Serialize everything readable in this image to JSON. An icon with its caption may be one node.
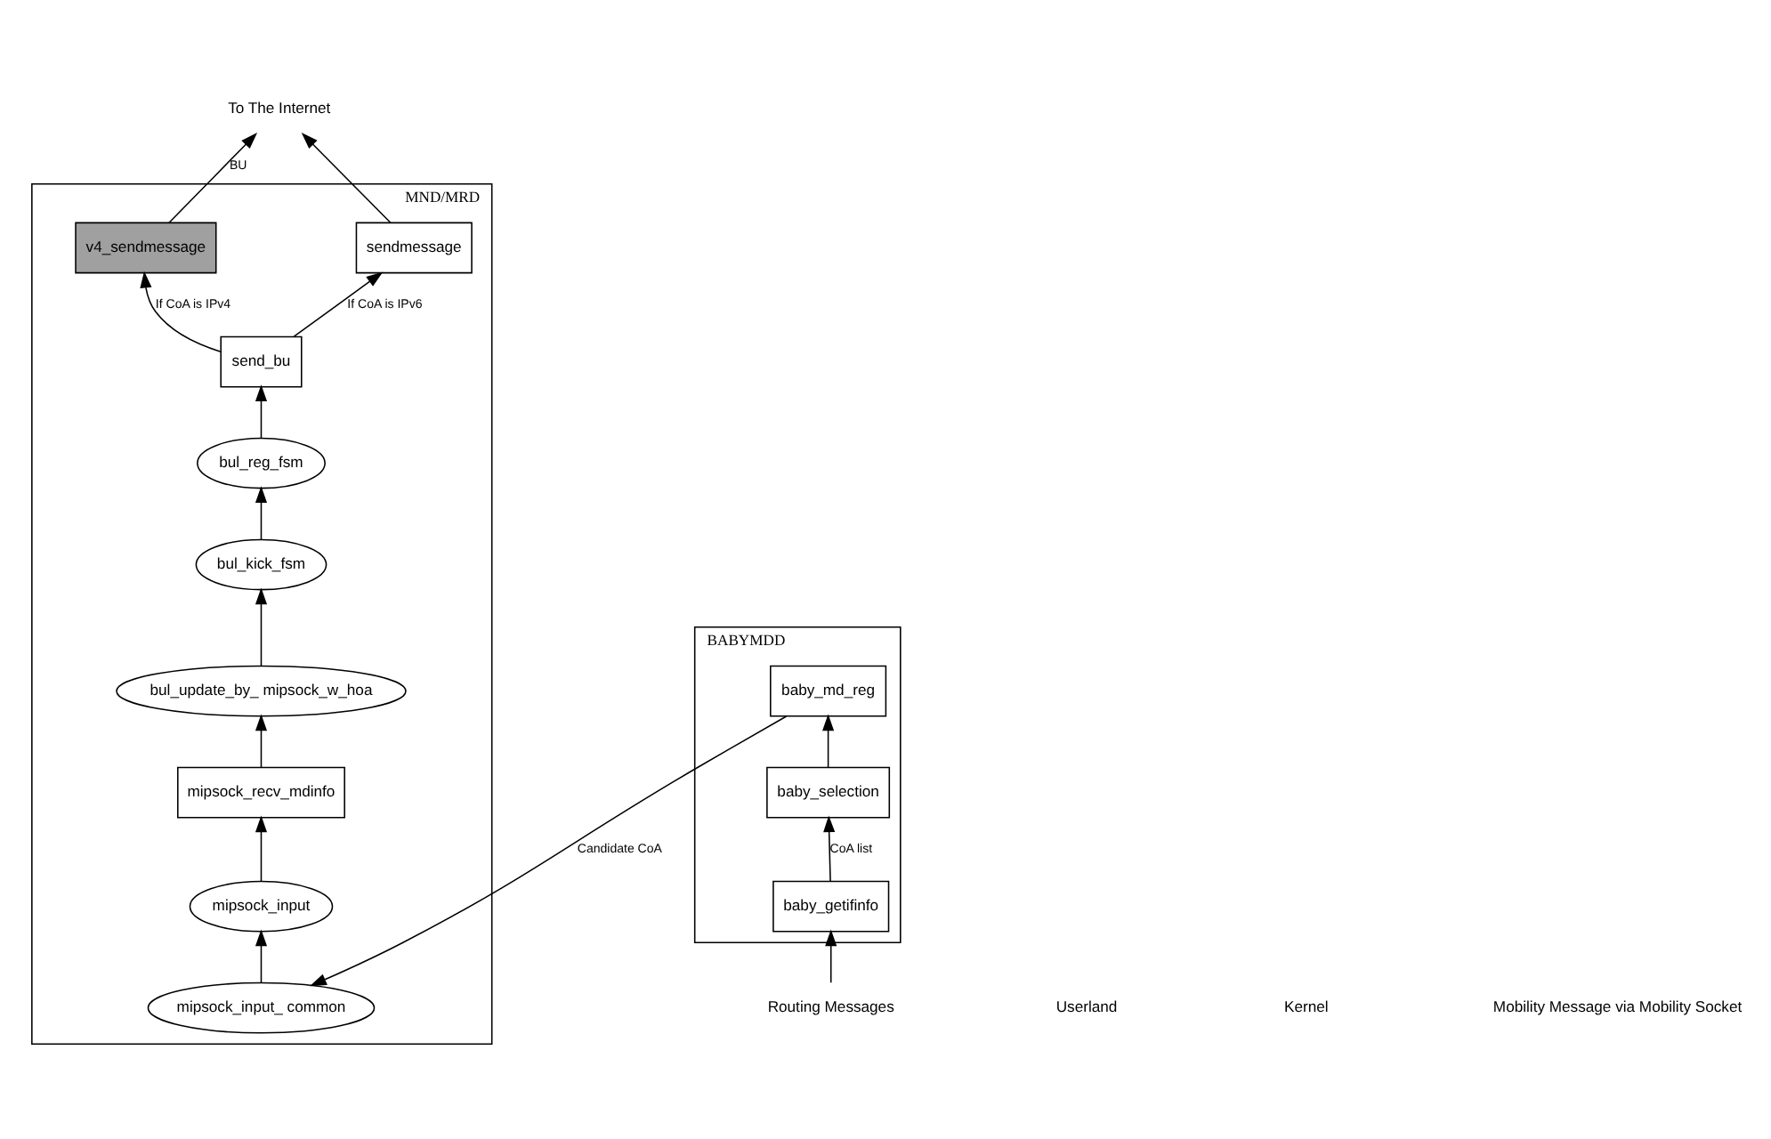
{
  "diagram": {
    "nodes": [
      {
        "text": [
          "BABYMDD"
        ]
      },
      {
        "text": [
          "baby_selection"
        ],
        "in": 0
      },
      {
        "text": [
          "baby_md_reg"
        ],
        "in": 0
      },
      {
        "text": [
          "baby_getifinfo"
        ],
        "in": 0
      },
      {
        "text": [
          "MND/MRD"
        ]
      },
      {
        "text": [
          "bul_update_by_ mipsock_w_hoa"
        ],
        "in": 4
      },
      {
        "text": [
          "bul_kick_fsm"
        ],
        "in": 4
      },
      {
        "text": [
          "mipsock_recv_mdinfo"
        ],
        "in": 4
      },
      {
        "text": [
          "bul_reg_fsm"
        ],
        "in": 4
      },
      {
        "text": [
          "mipsock_input"
        ],
        "in": 4
      },
      {
        "text": [
          "send_bu"
        ],
        "in": 4
      },
      {
        "text": [
          "v4_sendmessage"
        ],
        "in": 4
      },
      {
        "text": [
          "sendmessage"
        ],
        "in": 4
      },
      {
        "text": [
          "mipsock_input_ common"
        ],
        "in": 4
      },
      {
        "text": [
          "Routing Messages"
        ]
      },
      {
        "text": [
          "To The Internet"
        ]
      }
    ],
    "edges": [
      {
        "from": 14,
        "to": 3,
        "arrow": "to"
      },
      {
        "from": 3,
        "to": 1,
        "arrow": "to",
        "label": "CoA list"
      },
      {
        "from": 1,
        "to": 2,
        "arrow": "to"
      },
      {
        "from": 2,
        "to": 13,
        "arrow": "to",
        "label": "Candidate CoA"
      },
      {
        "from": 13,
        "to": 9,
        "arrow": "to"
      },
      {
        "from": 9,
        "to": 7,
        "arrow": "to"
      },
      {
        "from": 7,
        "to": 5,
        "arrow": "to"
      },
      {
        "from": 5,
        "to": 6,
        "arrow": "to"
      },
      {
        "from": 6,
        "to": 8,
        "arrow": "to"
      },
      {
        "from": 8,
        "to": 10,
        "arrow": "to"
      },
      {
        "from": 10,
        "to": 11,
        "arrow": "to",
        "label": "If CoA is IPv4"
      },
      {
        "from": 10,
        "to": 12,
        "arrow": "to",
        "label": "If CoA is IPv6"
      },
      {
        "from": 11,
        "to": 15,
        "arrow": "to",
        "label": "BU"
      },
      {
        "from": 12,
        "to": 15,
        "arrow": "to"
      }
    ],
    "labels": [
      "Userland",
      "Kernel",
      "Mobility Message via Mobility Socket"
    ]
  }
}
